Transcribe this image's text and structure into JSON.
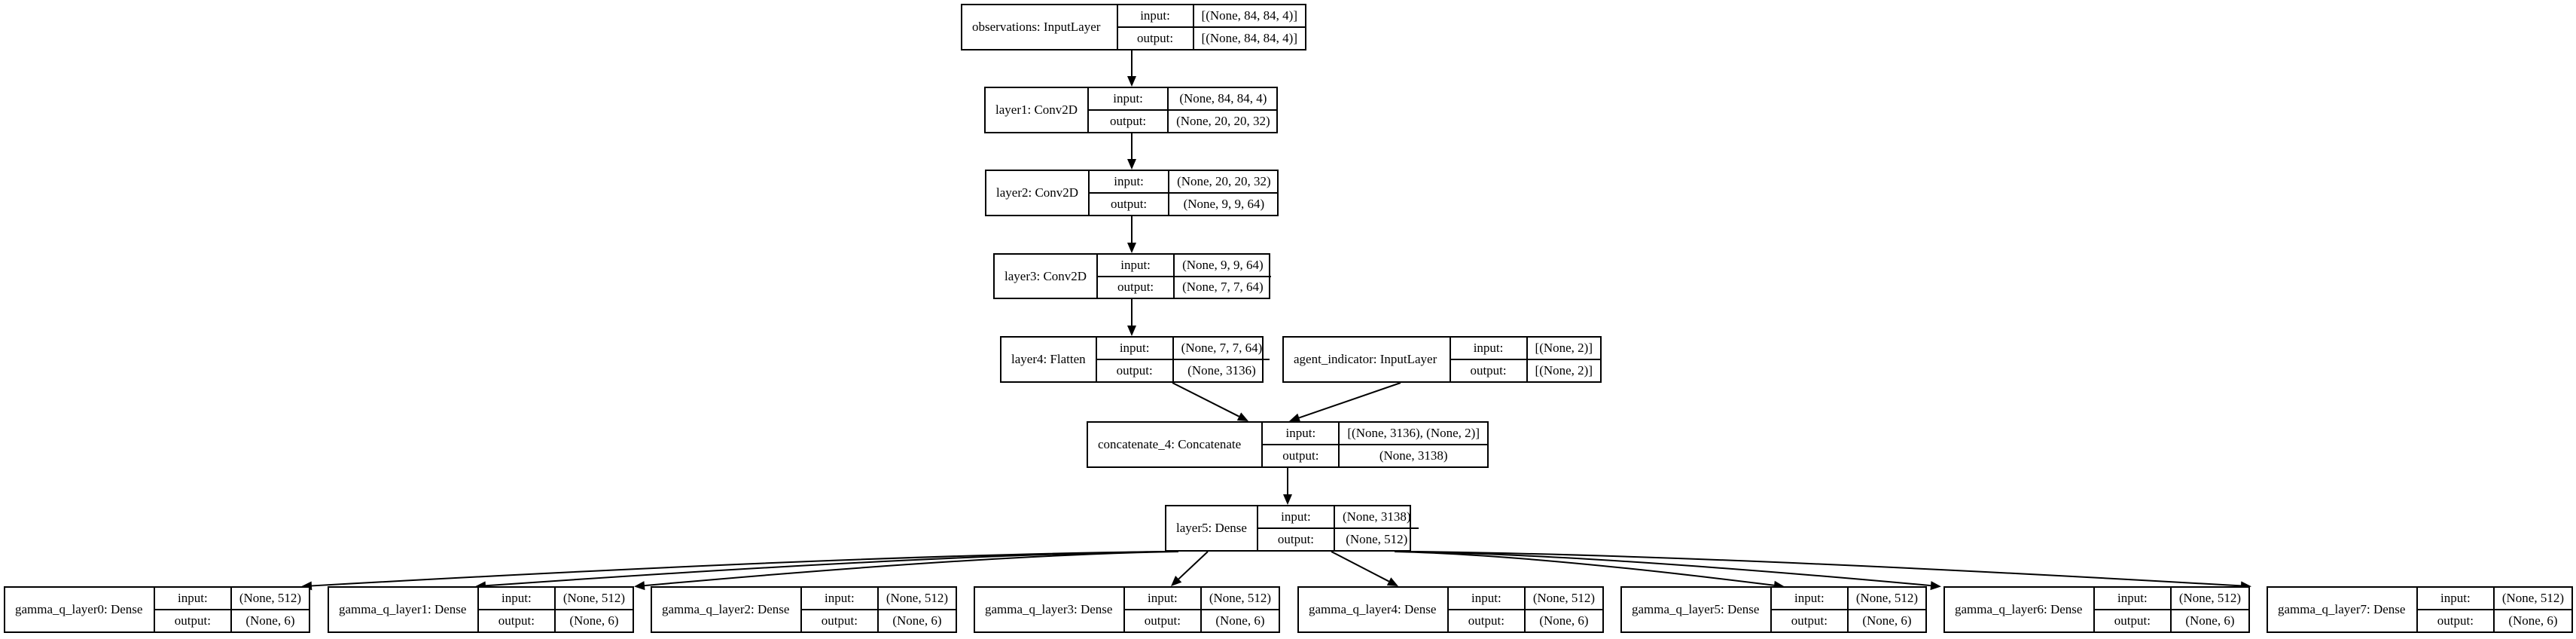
{
  "nodes": [
    {
      "id": "observations",
      "name": "observations: InputLayer",
      "input": "[(None, 84, 84, 4)]",
      "output": "[(None, 84, 84, 4)]"
    },
    {
      "id": "layer1",
      "name": "layer1: Conv2D",
      "input": "(None, 84, 84, 4)",
      "output": "(None, 20, 20, 32)"
    },
    {
      "id": "layer2",
      "name": "layer2: Conv2D",
      "input": "(None, 20, 20, 32)",
      "output": "(None, 9, 9, 64)"
    },
    {
      "id": "layer3",
      "name": "layer3: Conv2D",
      "input": "(None, 9, 9, 64)",
      "output": "(None, 7, 7, 64)"
    },
    {
      "id": "layer4",
      "name": "layer4: Flatten",
      "input": "(None, 7, 7, 64)",
      "output": "(None, 3136)"
    },
    {
      "id": "agent_indicator",
      "name": "agent_indicator: InputLayer",
      "input": "[(None, 2)]",
      "output": "[(None, 2)]"
    },
    {
      "id": "concatenate_4",
      "name": "concatenate_4: Concatenate",
      "input": "[(None, 3136), (None, 2)]",
      "output": "(None, 3138)"
    },
    {
      "id": "layer5",
      "name": "layer5: Dense",
      "input": "(None, 3138)",
      "output": "(None, 512)"
    },
    {
      "id": "gamma_q_layer0",
      "name": "gamma_q_layer0: Dense",
      "input": "(None, 512)",
      "output": "(None, 6)"
    },
    {
      "id": "gamma_q_layer1",
      "name": "gamma_q_layer1: Dense",
      "input": "(None, 512)",
      "output": "(None, 6)"
    },
    {
      "id": "gamma_q_layer2",
      "name": "gamma_q_layer2: Dense",
      "input": "(None, 512)",
      "output": "(None, 6)"
    },
    {
      "id": "gamma_q_layer3",
      "name": "gamma_q_layer3: Dense",
      "input": "(None, 512)",
      "output": "(None, 6)"
    },
    {
      "id": "gamma_q_layer4",
      "name": "gamma_q_layer4: Dense",
      "input": "(None, 512)",
      "output": "(None, 6)"
    },
    {
      "id": "gamma_q_layer5",
      "name": "gamma_q_layer5: Dense",
      "input": "(None, 512)",
      "output": "(None, 6)"
    },
    {
      "id": "gamma_q_layer6",
      "name": "gamma_q_layer6: Dense",
      "input": "(None, 512)",
      "output": "(None, 6)"
    },
    {
      "id": "gamma_q_layer7",
      "name": "gamma_q_layer7: Dense",
      "input": "(None, 512)",
      "output": "(None, 6)"
    }
  ],
  "edges": [
    [
      "observations",
      "layer1"
    ],
    [
      "layer1",
      "layer2"
    ],
    [
      "layer2",
      "layer3"
    ],
    [
      "layer3",
      "layer4"
    ],
    [
      "layer4",
      "concatenate_4"
    ],
    [
      "agent_indicator",
      "concatenate_4"
    ],
    [
      "concatenate_4",
      "layer5"
    ],
    [
      "layer5",
      "gamma_q_layer0"
    ],
    [
      "layer5",
      "gamma_q_layer1"
    ],
    [
      "layer5",
      "gamma_q_layer2"
    ],
    [
      "layer5",
      "gamma_q_layer3"
    ],
    [
      "layer5",
      "gamma_q_layer4"
    ],
    [
      "layer5",
      "gamma_q_layer5"
    ],
    [
      "layer5",
      "gamma_q_layer6"
    ],
    [
      "layer5",
      "gamma_q_layer7"
    ]
  ],
  "labels": {
    "input": "input:",
    "output": "output:"
  }
}
